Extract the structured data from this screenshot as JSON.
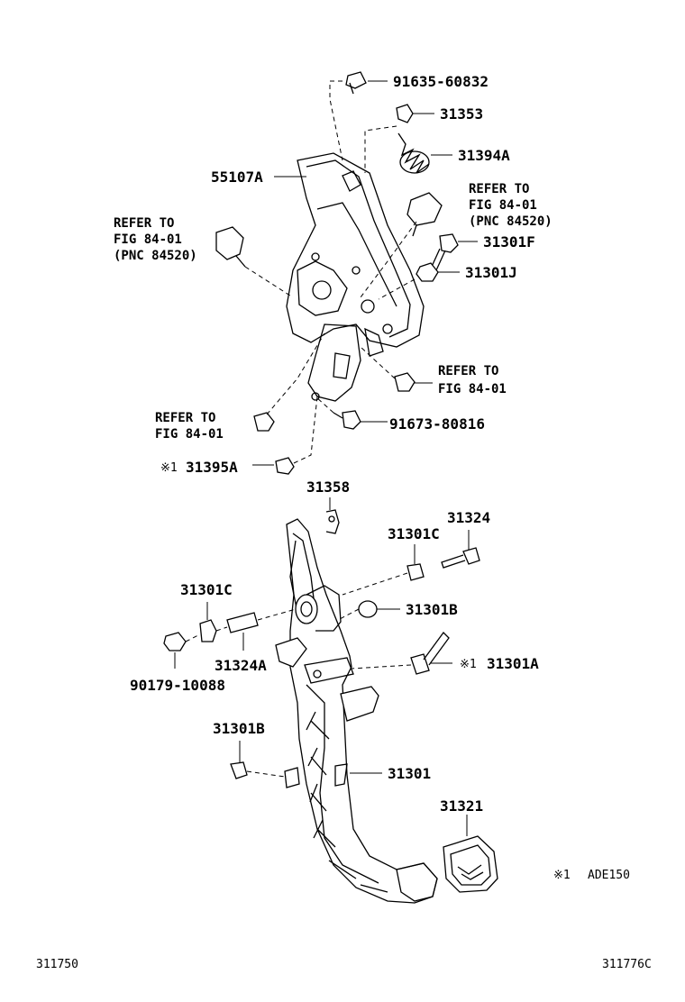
{
  "parts": {
    "p91635_60832": "91635-60832",
    "p31353": "31353",
    "p31394A": "31394A",
    "p55107A": "55107A",
    "p31301F": "31301F",
    "p31301J": "31301J",
    "p91673_80816": "91673-80816",
    "p31395A": "31395A",
    "p31358": "31358",
    "p31324": "31324",
    "p31301C_right": "31301C",
    "p31301C_left": "31301C",
    "p31301B_upper": "31301B",
    "p31324A": "31324A",
    "p90179_10088": "90179-10088",
    "p31301A": "31301A",
    "p31301B_lower": "31301B",
    "p31301": "31301",
    "p31321": "31321"
  },
  "refs": {
    "refer_to": "REFER TO",
    "fig_84_01": "FIG 84-01",
    "pnc_84520": "(PNC 84520)"
  },
  "notes": {
    "mark1": "※1",
    "ade150": "ADE150"
  },
  "footer": {
    "left_code": "311750",
    "right_code": "311776C"
  }
}
